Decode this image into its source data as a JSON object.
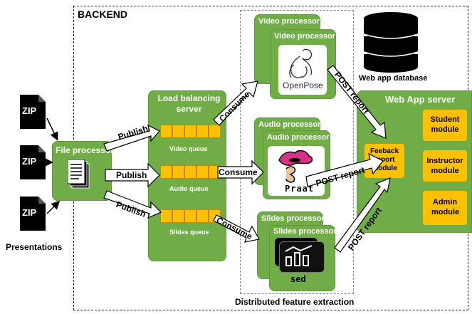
{
  "backend_label": "BACKEND",
  "zip_label": "ZIP",
  "presentations_label": "Presentations",
  "file_processor": "File processor",
  "lb_server": "Load balancing server",
  "video_queue": "Video queue",
  "audio_queue": "Audio queue",
  "slides_queue": "Slides queue",
  "publish": "Publish",
  "consume": "Consume",
  "post_report": "POST report",
  "video_processor": "Video processor",
  "audio_processor": "Audio processor",
  "slides_processor": "Slides processor",
  "openpose_label": "OpenPose",
  "praat_label": "Praat",
  "sed_label": "sed",
  "distributed_label": "Distributed feature extraction",
  "db_label": "Web app database",
  "webapp_server": "Web App server",
  "feedback_module": "Feeback report module",
  "student_module": "Student module",
  "instructor_module": "Instructor module",
  "admin_module": "Admin module",
  "colors": {
    "green": "#70ad47",
    "orange": "#ffc000",
    "black": "#000000"
  }
}
